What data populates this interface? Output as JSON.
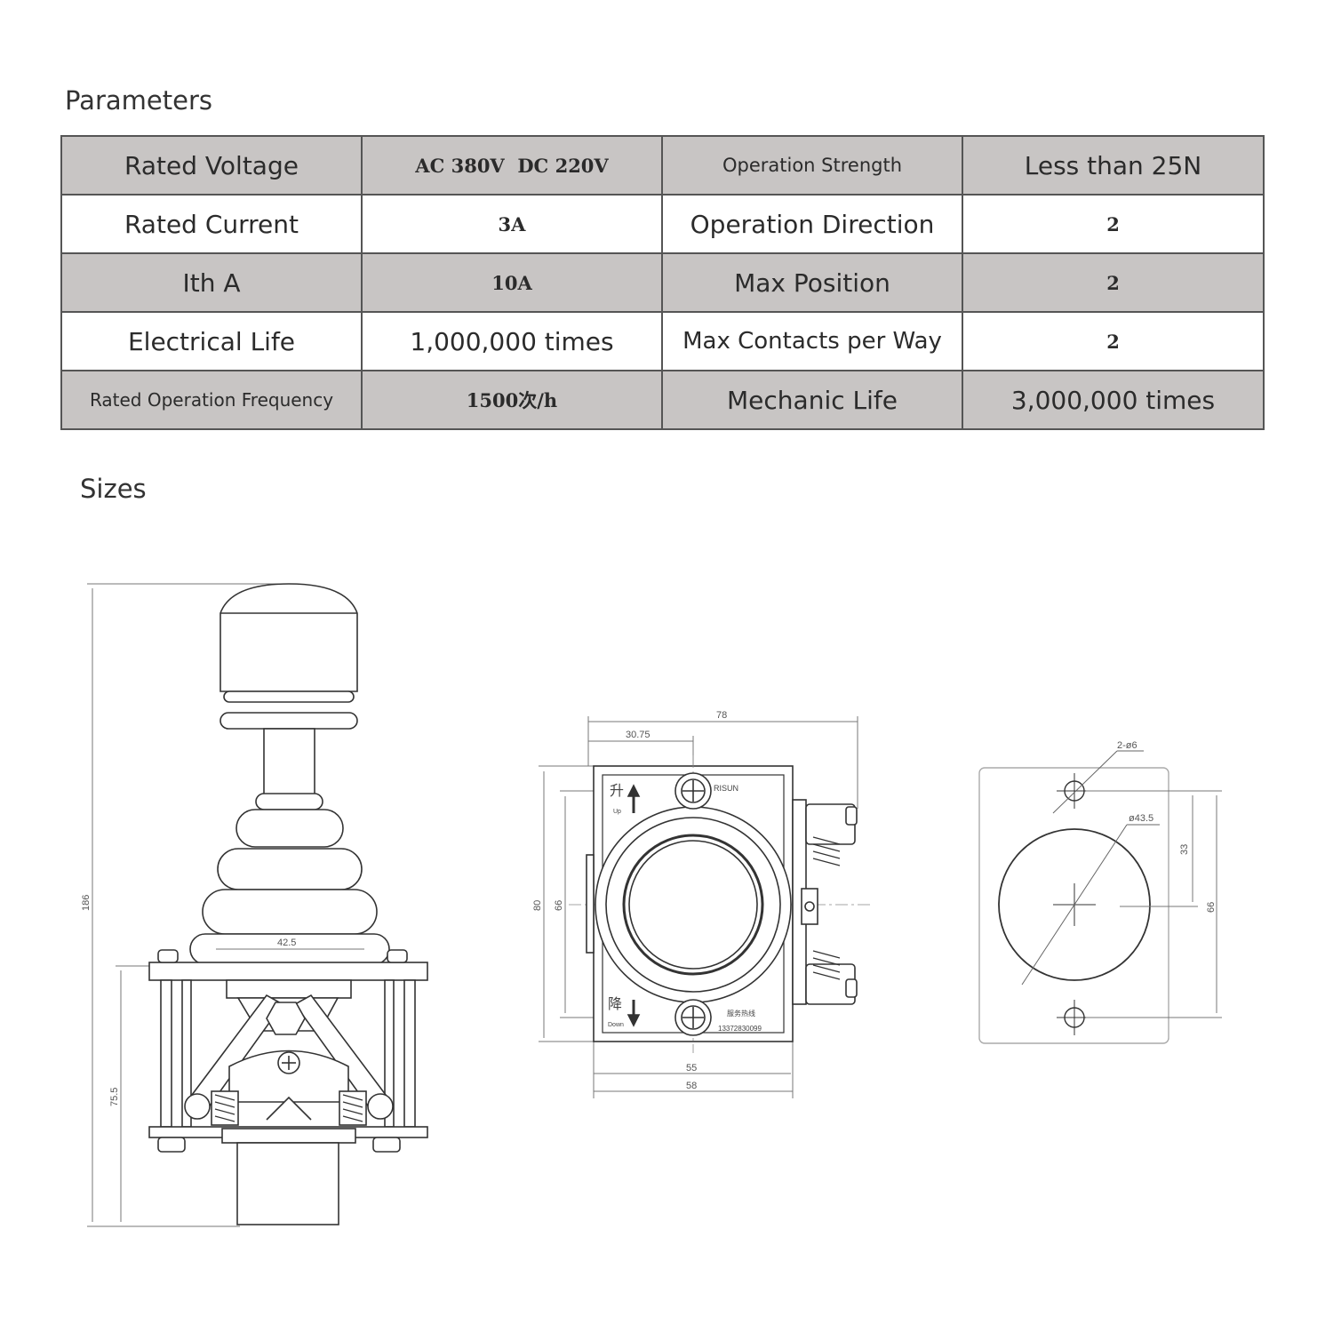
{
  "sections": {
    "parameters_title": "Parameters",
    "sizes_title": "Sizes"
  },
  "parameters": {
    "rows": [
      {
        "label_a": "Rated Voltage",
        "value_a": "AC 380V  DC 220V",
        "label_b": "Operation Strength",
        "value_b": "Less than 25N"
      },
      {
        "label_a": "Rated Current",
        "value_a": "3A",
        "label_b": "Operation Direction",
        "value_b": "2"
      },
      {
        "label_a": "Ith A",
        "value_a": "10A",
        "label_b": "Max Position",
        "value_b": "2"
      },
      {
        "label_a": "Electrical Life",
        "value_a": "1,000,000 times",
        "label_b": "Max Contacts per Way",
        "value_b": "2"
      },
      {
        "label_a": "Rated Operation Frequency",
        "value_a": "1500次/h",
        "label_b": "Mechanic Life",
        "value_b": "3,000,000 times"
      }
    ]
  },
  "drawings": {
    "side_view": {
      "dim_total_height": "186",
      "dim_base_height": "75.5",
      "dim_boot_width": "42.5"
    },
    "front_view": {
      "dim_width_top": "78",
      "dim_offset": "30.75",
      "dim_height_outer": "80",
      "dim_height_inner": "66",
      "dim_width_inner": "55",
      "dim_width_outer": "58",
      "marking_up": "升",
      "marking_up_en": "Up",
      "marking_down": "降",
      "marking_down_en": "Down",
      "brand": "RISUN",
      "phone": "13372830099",
      "label_cn": "服务热线"
    },
    "cutout_view": {
      "dim_holes": "2-ø6",
      "dim_circle": "ø43.5",
      "dim_half_pitch": "33",
      "dim_pitch": "66"
    }
  }
}
